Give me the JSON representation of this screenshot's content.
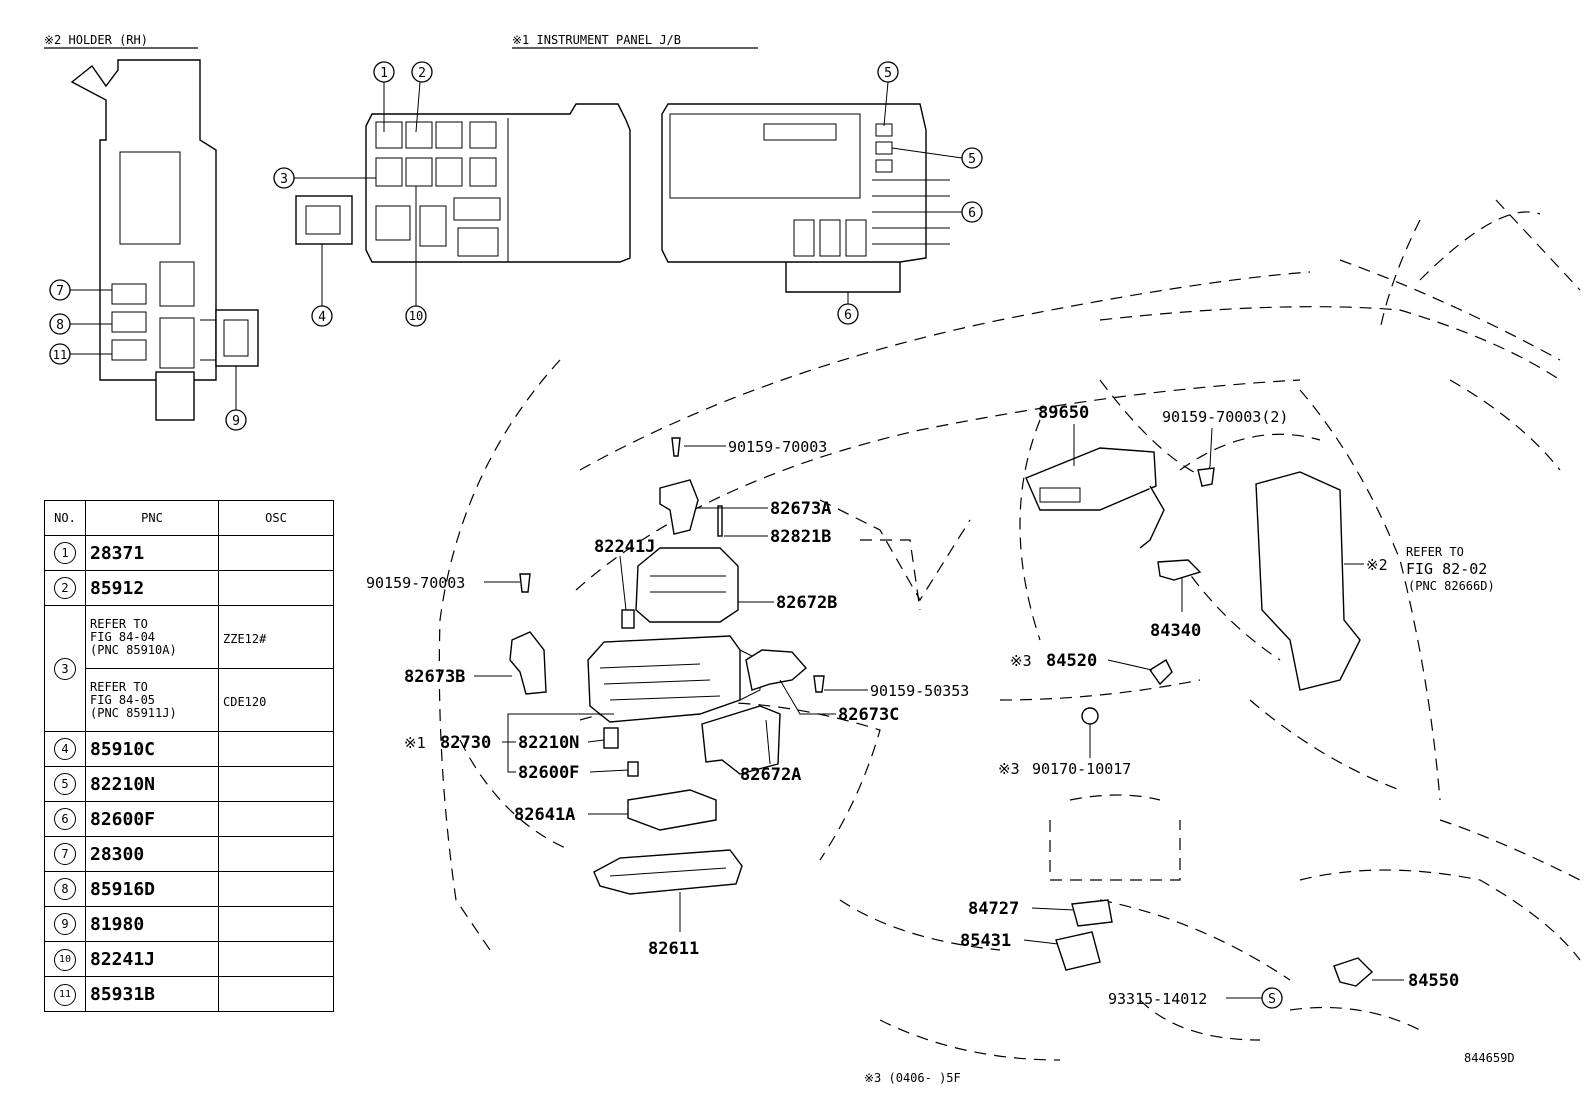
{
  "headers": {
    "holder_rh": "※2 HOLDER (RH)",
    "instrument_panel_jb": "※1 INSTRUMENT PANEL J/B"
  },
  "diagram_number": "844659D",
  "footnote": "※3 (0406-     )5F",
  "refer_note": {
    "line1": "REFER TO",
    "line2": "FIG 82-02",
    "line3": "(PNC 82666D)",
    "mark": "※2"
  },
  "callout_numbers": [
    "1",
    "2",
    "3",
    "4",
    "5",
    "6",
    "7",
    "8",
    "9",
    "10",
    "11"
  ],
  "parts": {
    "p90159_70003_top": "90159-70003",
    "p82673A": "82673A",
    "p82821B": "82821B",
    "p82241J": "82241J",
    "p90159_70003_left": "90159-70003",
    "p82672B": "82672B",
    "p82673B": "82673B",
    "p90159_50353": "90159-50353",
    "p82673C": "82673C",
    "mark1": "※1",
    "p82730": "82730",
    "p82210N": "82210N",
    "p82600F": "82600F",
    "p82641A": "82641A",
    "p82672A": "82672A",
    "p82611": "82611",
    "p89650": "89650",
    "p90159_70003_2": "90159-70003(2)",
    "p84340": "84340",
    "mark3_a": "※3",
    "p84520": "84520",
    "mark3_b": "※3",
    "p90170_10017": "90170-10017",
    "p84727": "84727",
    "p85431": "85431",
    "p93315_14012": "93315-14012",
    "p84550": "84550",
    "screw_mark": "S"
  },
  "table": {
    "columns": [
      "NO.",
      "PNC",
      "OSC"
    ],
    "rows": [
      {
        "no": "1",
        "pnc": "28371",
        "osc": ""
      },
      {
        "no": "2",
        "pnc": "85912",
        "osc": ""
      },
      {
        "no": "3",
        "pnc_ref": [
          "REFER TO",
          "FIG 84-04",
          "(PNC 85910A)"
        ],
        "osc": "ZZE12#"
      },
      {
        "no": "",
        "pnc_ref": [
          "REFER TO",
          "FIG 84-05",
          "(PNC 85911J)"
        ],
        "osc": "CDE120"
      },
      {
        "no": "4",
        "pnc": "85910C",
        "osc": ""
      },
      {
        "no": "5",
        "pnc": "82210N",
        "osc": ""
      },
      {
        "no": "6",
        "pnc": "82600F",
        "osc": ""
      },
      {
        "no": "7",
        "pnc": "28300",
        "osc": ""
      },
      {
        "no": "8",
        "pnc": "85916D",
        "osc": ""
      },
      {
        "no": "9",
        "pnc": "81980",
        "osc": ""
      },
      {
        "no": "10",
        "pnc": "82241J",
        "osc": ""
      },
      {
        "no": "11",
        "pnc": "85931B",
        "osc": ""
      }
    ]
  }
}
